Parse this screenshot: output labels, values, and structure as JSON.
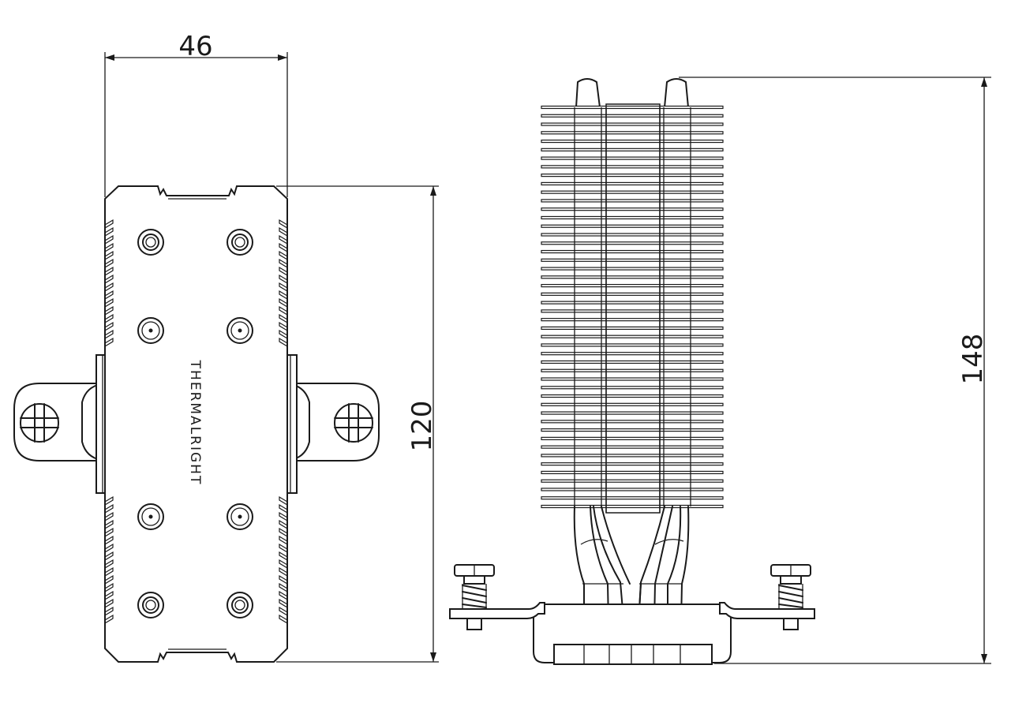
{
  "dimensions": {
    "width_label": "46",
    "length_label": "120",
    "height_label": "148"
  },
  "brand_text": "THERMALRIGHT",
  "side_view": {
    "fin_count": 48
  }
}
